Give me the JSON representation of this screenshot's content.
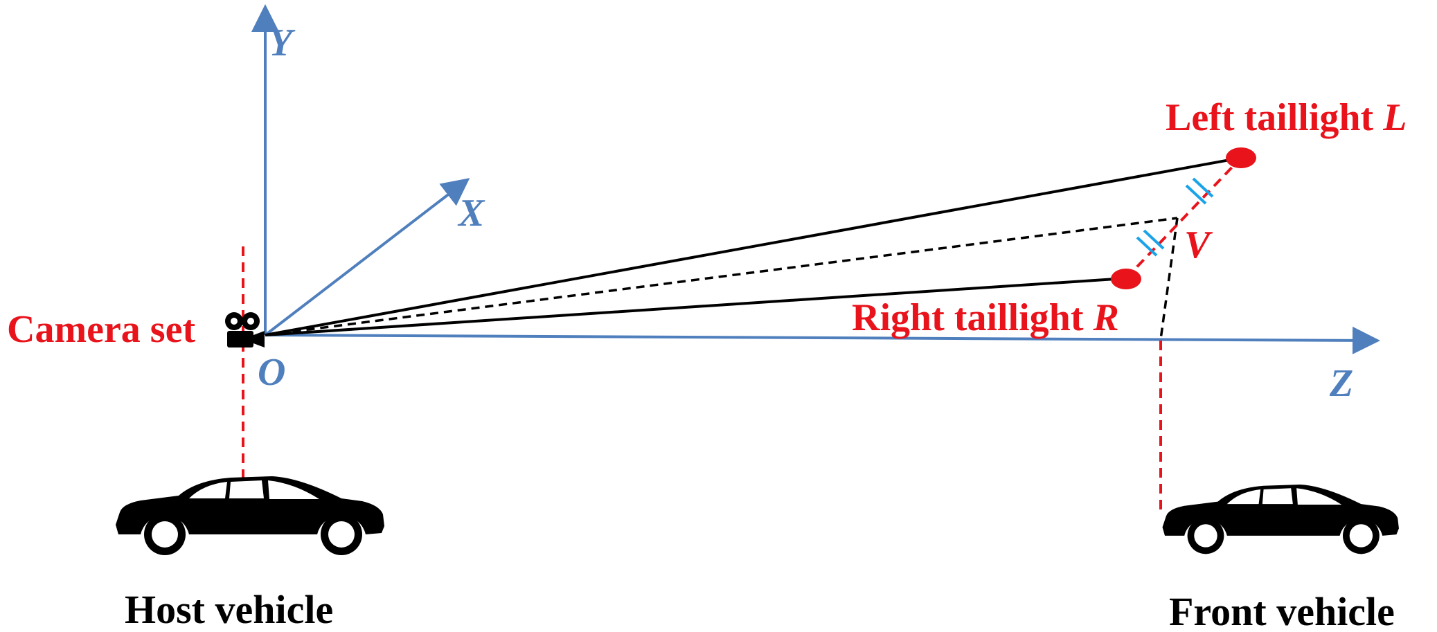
{
  "axes": {
    "y_label": "Y",
    "x_label": "X",
    "z_label": "Z",
    "origin_label": "O"
  },
  "labels": {
    "camera_set": "Camera set",
    "left_taillight_text": "Left taillight ",
    "left_taillight_symbol": "L",
    "right_taillight_text": "Right taillight ",
    "right_taillight_symbol": "R",
    "midpoint_symbol": "V",
    "host_vehicle": "Host vehicle",
    "front_vehicle": "Front vehicle"
  },
  "colors": {
    "axis": "#4f7fbd",
    "taillight": "#e8131b",
    "equal_tick": "#1aa3e8",
    "ray": "#000000"
  },
  "icons": {
    "camera": "camera-icon",
    "host_car": "car-icon",
    "front_car": "car-icon"
  }
}
